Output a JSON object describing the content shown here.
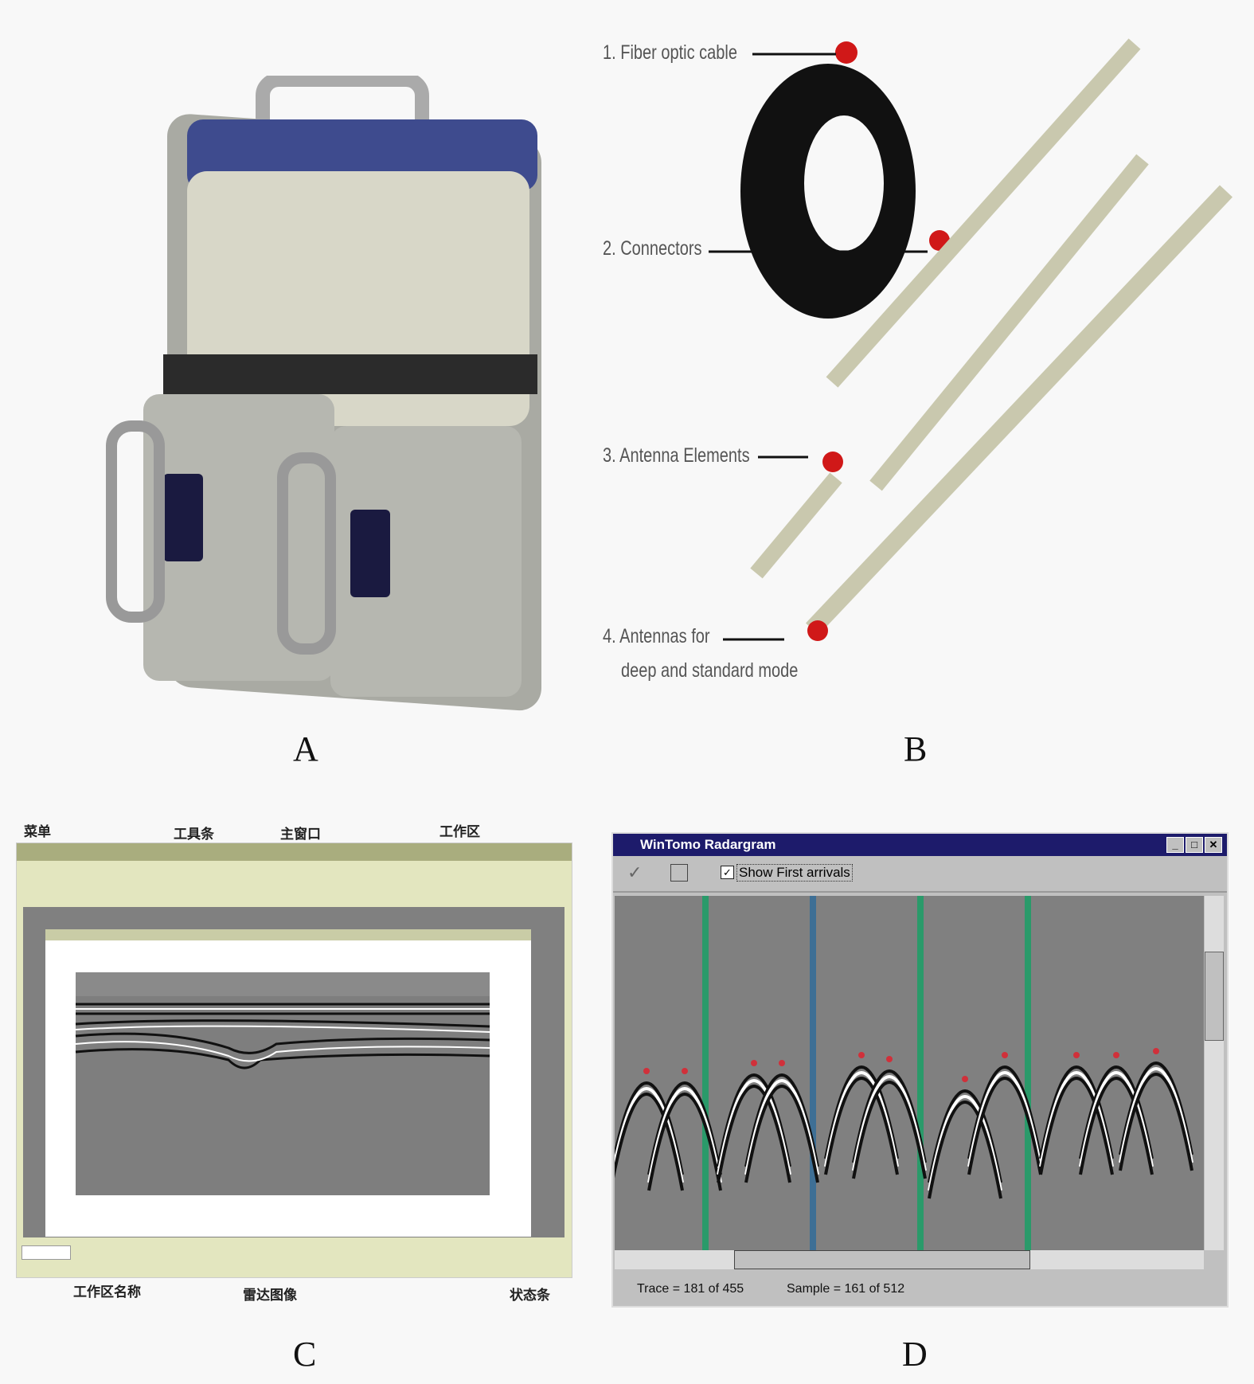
{
  "panels": {
    "a": "A",
    "b": "B",
    "c": "C",
    "d": "D"
  },
  "panel_b": {
    "labels": [
      "1. Fiber optic cable",
      "2. Connectors",
      "3. Antenna Elements",
      "4. Antennas for",
      "deep and standard mode"
    ]
  },
  "panel_c": {
    "annotations": {
      "menu": "菜单",
      "toolbar": "工具条",
      "main_window": "主窗口",
      "workspace": "工作区",
      "workspace_name": "工作区名称",
      "radar_image": "雷达图像",
      "status_bar": "状态条"
    }
  },
  "panel_d": {
    "title": "WinTomo Radargram",
    "show_first_arrivals": "Show First arrivals",
    "status_trace": "Trace = 181 of 455",
    "status_sample": "Sample = 161 of 512",
    "colors": {
      "titlebar": "#1d1b6b",
      "window": "#c0c0c0",
      "divider_green": "#2a9a6a",
      "divider_blue": "#3e6f95"
    }
  }
}
